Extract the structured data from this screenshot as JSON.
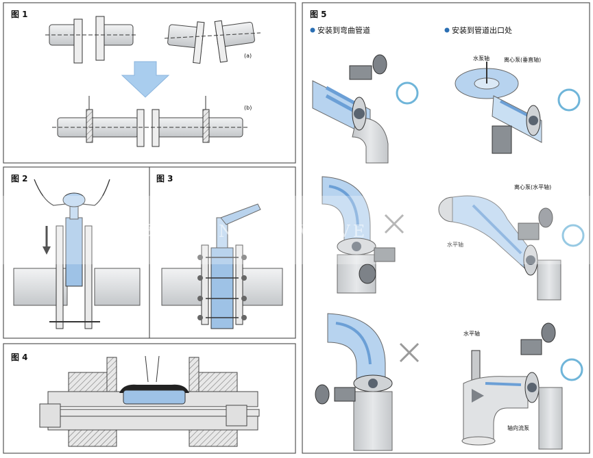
{
  "figures": {
    "fig1": {
      "title": "图 1",
      "label_a": "(a)",
      "label_b": "(b)"
    },
    "fig2": {
      "title": "图 2"
    },
    "fig3": {
      "title": "图 3"
    },
    "fig4": {
      "title": "图 4"
    },
    "fig5": {
      "title": "图 5",
      "col_left_header": "安装到弯曲管道",
      "col_right_header": "安装到管道出口处",
      "labels": {
        "pump_shaft": "水泵轴",
        "centrifugal_vertical": "离心泵(垂直轴)",
        "centrifugal_horizontal": "离心泵(水平轴)",
        "horizontal_shaft_a": "水平轴",
        "horizontal_shaft_b": "水平轴",
        "axial_pump": "轴向流泵"
      }
    }
  },
  "watermark": "昆炼阀门 KUN LIANVALVE",
  "colors": {
    "pipe": "#e0e2e4",
    "flow": "#b8d4ec",
    "arrow": "#8fb5dc",
    "ok": "#6fb5d9",
    "no": "#9a9a9a",
    "band": "#f2f2f2"
  }
}
